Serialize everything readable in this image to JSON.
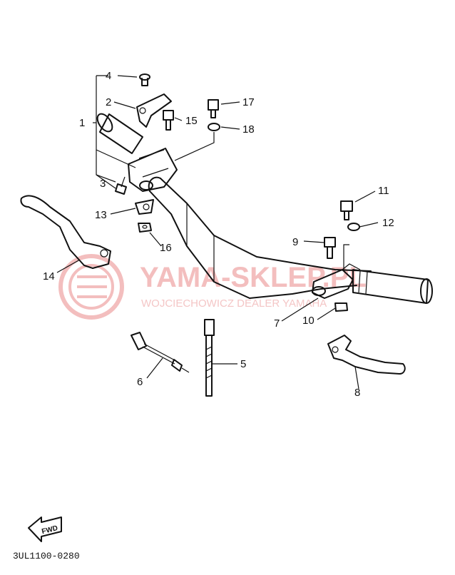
{
  "diagram": {
    "callouts": {
      "c1": "1",
      "c2": "2",
      "c3": "3",
      "c4": "4",
      "c5": "5",
      "c6": "6",
      "c7": "7",
      "c8": "8",
      "c9": "9",
      "c10": "10",
      "c11": "11",
      "c12": "12",
      "c13": "13",
      "c14": "14",
      "c15": "15",
      "c16": "16",
      "c17": "17",
      "c18": "18"
    },
    "code": "3UL1100-0280",
    "fwd": "FWD"
  },
  "watermark": {
    "main": "YAMA-SKLEP.PL",
    "sub": "WOJCIECHOWICZ DEALER YAMAHA",
    "color": "#f2b7b7"
  }
}
